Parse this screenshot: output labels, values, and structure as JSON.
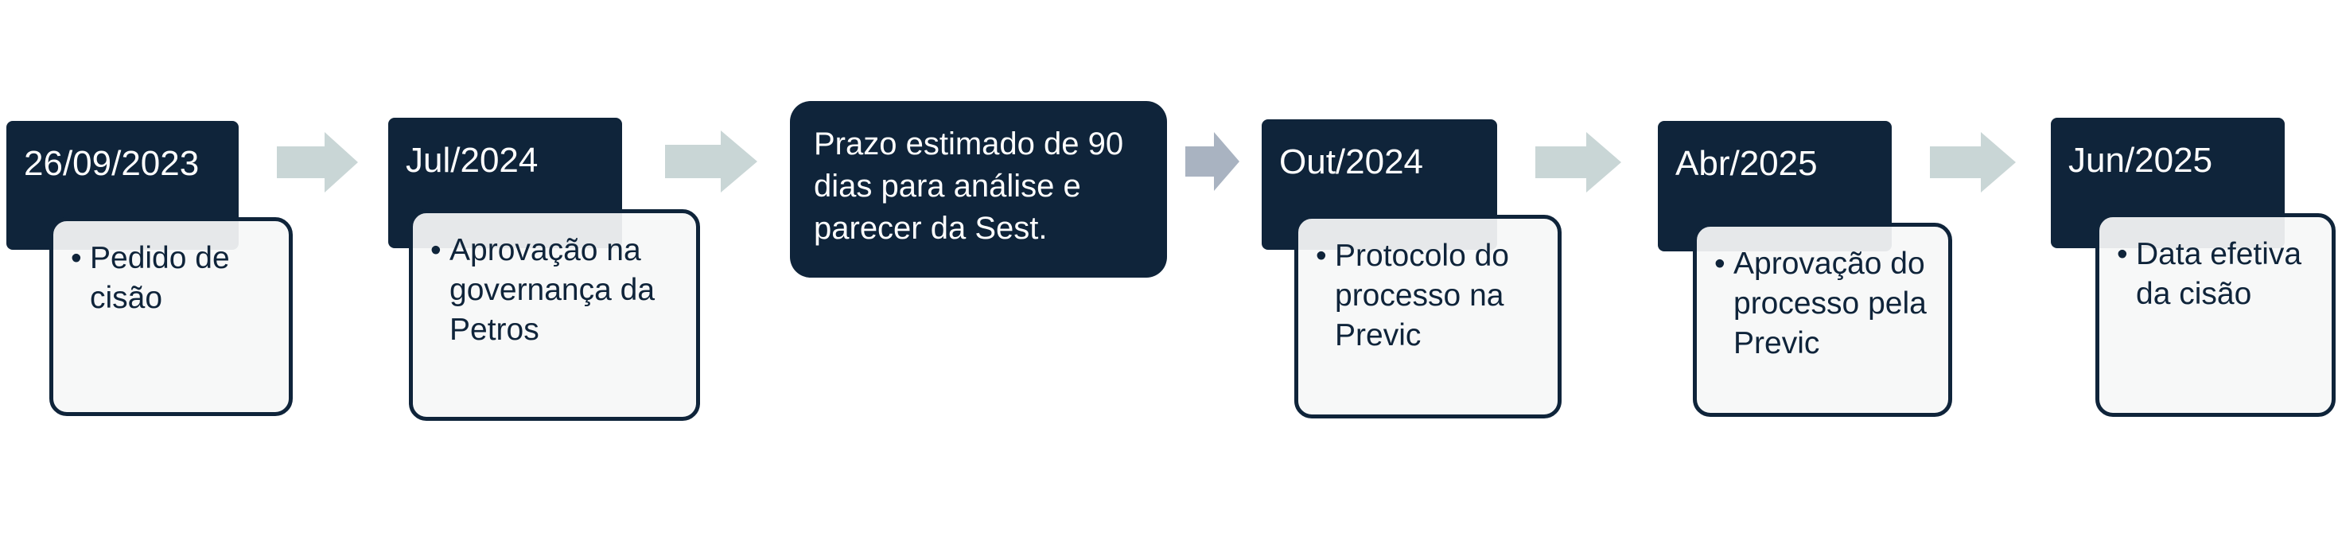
{
  "steps": [
    {
      "date": "26/09/2023",
      "detail": "Pedido de cisão"
    },
    {
      "date": "Jul/2024",
      "detail": "Aprovação na governança da Petros"
    },
    {
      "note": "Prazo estimado de 90 dias para análise e parecer da Sest."
    },
    {
      "date": "Out/2024",
      "detail": "Protocolo do processo na Previc"
    },
    {
      "date": "Abr/2025",
      "detail": "Aprovação do processo pela Previc"
    },
    {
      "date": "Jun/2025",
      "detail": "Data efetiva da cisão"
    }
  ],
  "bullet": "•",
  "colors": {
    "dark_navy": "#0f243a",
    "arrow_light": "#c9d6d6",
    "arrow_gray": "#a9b3c1",
    "detail_fill": "#f6f7f8"
  }
}
